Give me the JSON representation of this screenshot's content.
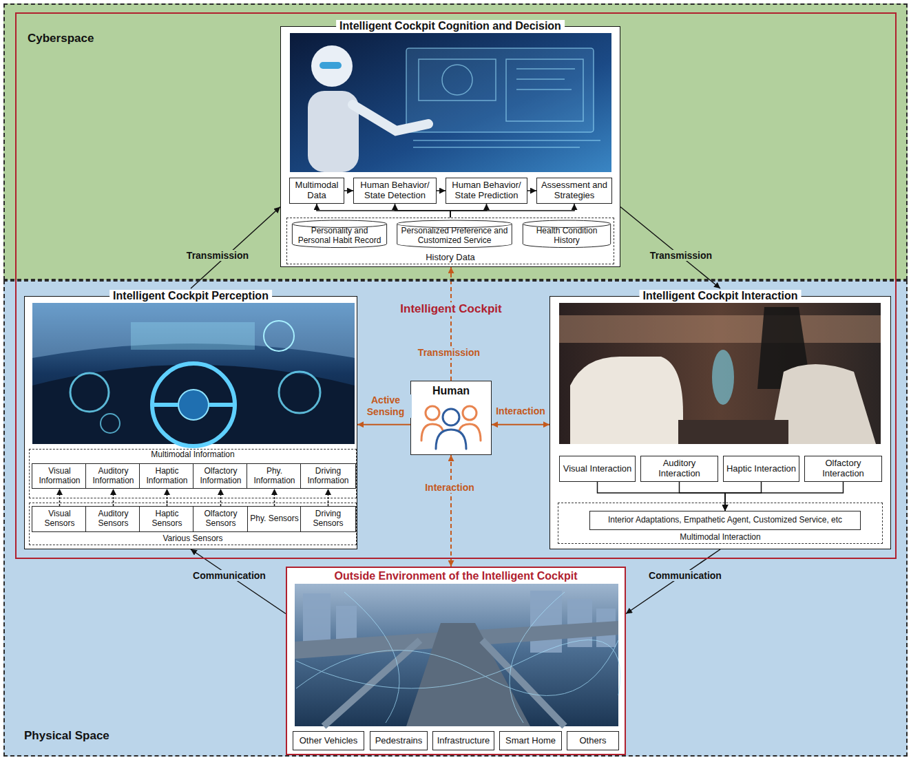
{
  "diagram": {
    "nodes": [
      {
        "text": [
          "Cyberspace"
        ]
      },
      {
        "text": [
          "Physical Space"
        ]
      },
      {
        "text": [
          "Intelligent Cockpit"
        ]
      },
      {
        "text": [
          "Intelligent Cockpit Cognition and Decision"
        ],
        "in": 2
      },
      {
        "text": [
          "Multimodal Data"
        ],
        "in": 3
      },
      {
        "text": [
          "Human Behavior/ State Detection"
        ],
        "in": 3
      },
      {
        "text": [
          "Human Behavior/ State Prediction"
        ],
        "in": 3
      },
      {
        "text": [
          "Assessment and Strategies"
        ],
        "in": 3
      },
      {
        "text": [
          "History Data"
        ],
        "in": 3
      },
      {
        "text": [
          "Personality and Personal Habit Record"
        ],
        "in": 8
      },
      {
        "text": [
          "Personalized Preference and Customized Service"
        ],
        "in": 8
      },
      {
        "text": [
          "Health Condition History"
        ],
        "in": 8
      },
      {
        "text": [
          "Intelligent Cockpit Perception"
        ],
        "in": 2
      },
      {
        "text": [
          "Multimodal Information"
        ],
        "in": 12
      },
      {
        "text": [
          "Visual Information"
        ],
        "in": 13
      },
      {
        "text": [
          "Auditory Information"
        ],
        "in": 13
      },
      {
        "text": [
          "Haptic Information"
        ],
        "in": 13
      },
      {
        "text": [
          "Olfactory Information"
        ],
        "in": 13
      },
      {
        "text": [
          "Phy. Information"
        ],
        "in": 13
      },
      {
        "text": [
          "Driving Information"
        ],
        "in": 13
      },
      {
        "text": [
          "Various Sensors"
        ],
        "in": 12
      },
      {
        "text": [
          "Visual Sensors"
        ],
        "in": 20
      },
      {
        "text": [
          "Auditory Sensors"
        ],
        "in": 20
      },
      {
        "text": [
          "Haptic Sensors"
        ],
        "in": 20
      },
      {
        "text": [
          "Olfactory Sensors"
        ],
        "in": 20
      },
      {
        "text": [
          "Phy. Sensors"
        ],
        "in": 20
      },
      {
        "text": [
          "Driving Sensors"
        ],
        "in": 20
      },
      {
        "text": [
          "Human"
        ],
        "in": 2
      },
      {
        "text": [
          "Intelligent Cockpit Interaction"
        ],
        "in": 2
      },
      {
        "text": [
          "Visual Interaction"
        ],
        "in": 28
      },
      {
        "text": [
          "Auditory Interaction"
        ],
        "in": 28
      },
      {
        "text": [
          "Haptic Interaction"
        ],
        "in": 28
      },
      {
        "text": [
          "Olfactory Interaction"
        ],
        "in": 28
      },
      {
        "text": [
          "Multimodal Interaction"
        ],
        "in": 28
      },
      {
        "text": [
          "Interior Adaptations, Empathetic Agent, Customized Service, etc"
        ],
        "in": 33
      },
      {
        "text": [
          "Outside Environment of the Intelligent Cockpit"
        ],
        "in": 1
      },
      {
        "text": [
          "Other Vehicles"
        ],
        "in": 35
      },
      {
        "text": [
          "Pedestrains"
        ],
        "in": 35
      },
      {
        "text": [
          "Infrastructure"
        ],
        "in": 35
      },
      {
        "text": [
          "Smart Home"
        ],
        "in": 35
      },
      {
        "text": [
          "Others"
        ],
        "in": 35
      }
    ],
    "edges": [
      {
        "from": 4,
        "to": 5,
        "arrow": "to"
      },
      {
        "from": 5,
        "to": 6,
        "arrow": "to"
      },
      {
        "from": 6,
        "to": 7,
        "arrow": "to"
      },
      {
        "from": 8,
        "to": 4,
        "arrow": "to"
      },
      {
        "from": 8,
        "to": 5,
        "arrow": "to"
      },
      {
        "from": 8,
        "to": 6,
        "arrow": "to"
      },
      {
        "from": 8,
        "to": 7,
        "arrow": "to"
      },
      {
        "from": 21,
        "to": 14,
        "arrow": "to"
      },
      {
        "from": 22,
        "to": 15,
        "arrow": "to"
      },
      {
        "from": 23,
        "to": 16,
        "arrow": "to"
      },
      {
        "from": 24,
        "to": 17,
        "arrow": "to"
      },
      {
        "from": 25,
        "to": 18,
        "arrow": "to"
      },
      {
        "from": 26,
        "to": 19,
        "arrow": "to"
      },
      {
        "from": 29,
        "to": 34,
        "arrow": "to"
      },
      {
        "from": 30,
        "to": 34,
        "arrow": "to"
      },
      {
        "from": 31,
        "to": 34,
        "arrow": "to"
      },
      {
        "from": 32,
        "to": 34,
        "arrow": "to"
      },
      {
        "from": 12,
        "to": 3,
        "label": "Transmission",
        "arrow": "to"
      },
      {
        "from": 3,
        "to": 28,
        "label": "Transmission",
        "arrow": "to"
      },
      {
        "from": 35,
        "to": 12,
        "label": "Communication",
        "arrow": "to"
      },
      {
        "from": 28,
        "to": 35,
        "label": "Communication",
        "arrow": "to"
      },
      {
        "from": 27,
        "to": 12,
        "label": "Active Sensing",
        "arrow": "to"
      },
      {
        "from": 27,
        "to": 28,
        "label": "Interaction",
        "arrow": "both"
      },
      {
        "from": 27,
        "to": 3,
        "label": "Transmission",
        "arrow": "to"
      },
      {
        "from": 27,
        "to": 35,
        "label": "Interaction",
        "arrow": "both"
      }
    ]
  }
}
